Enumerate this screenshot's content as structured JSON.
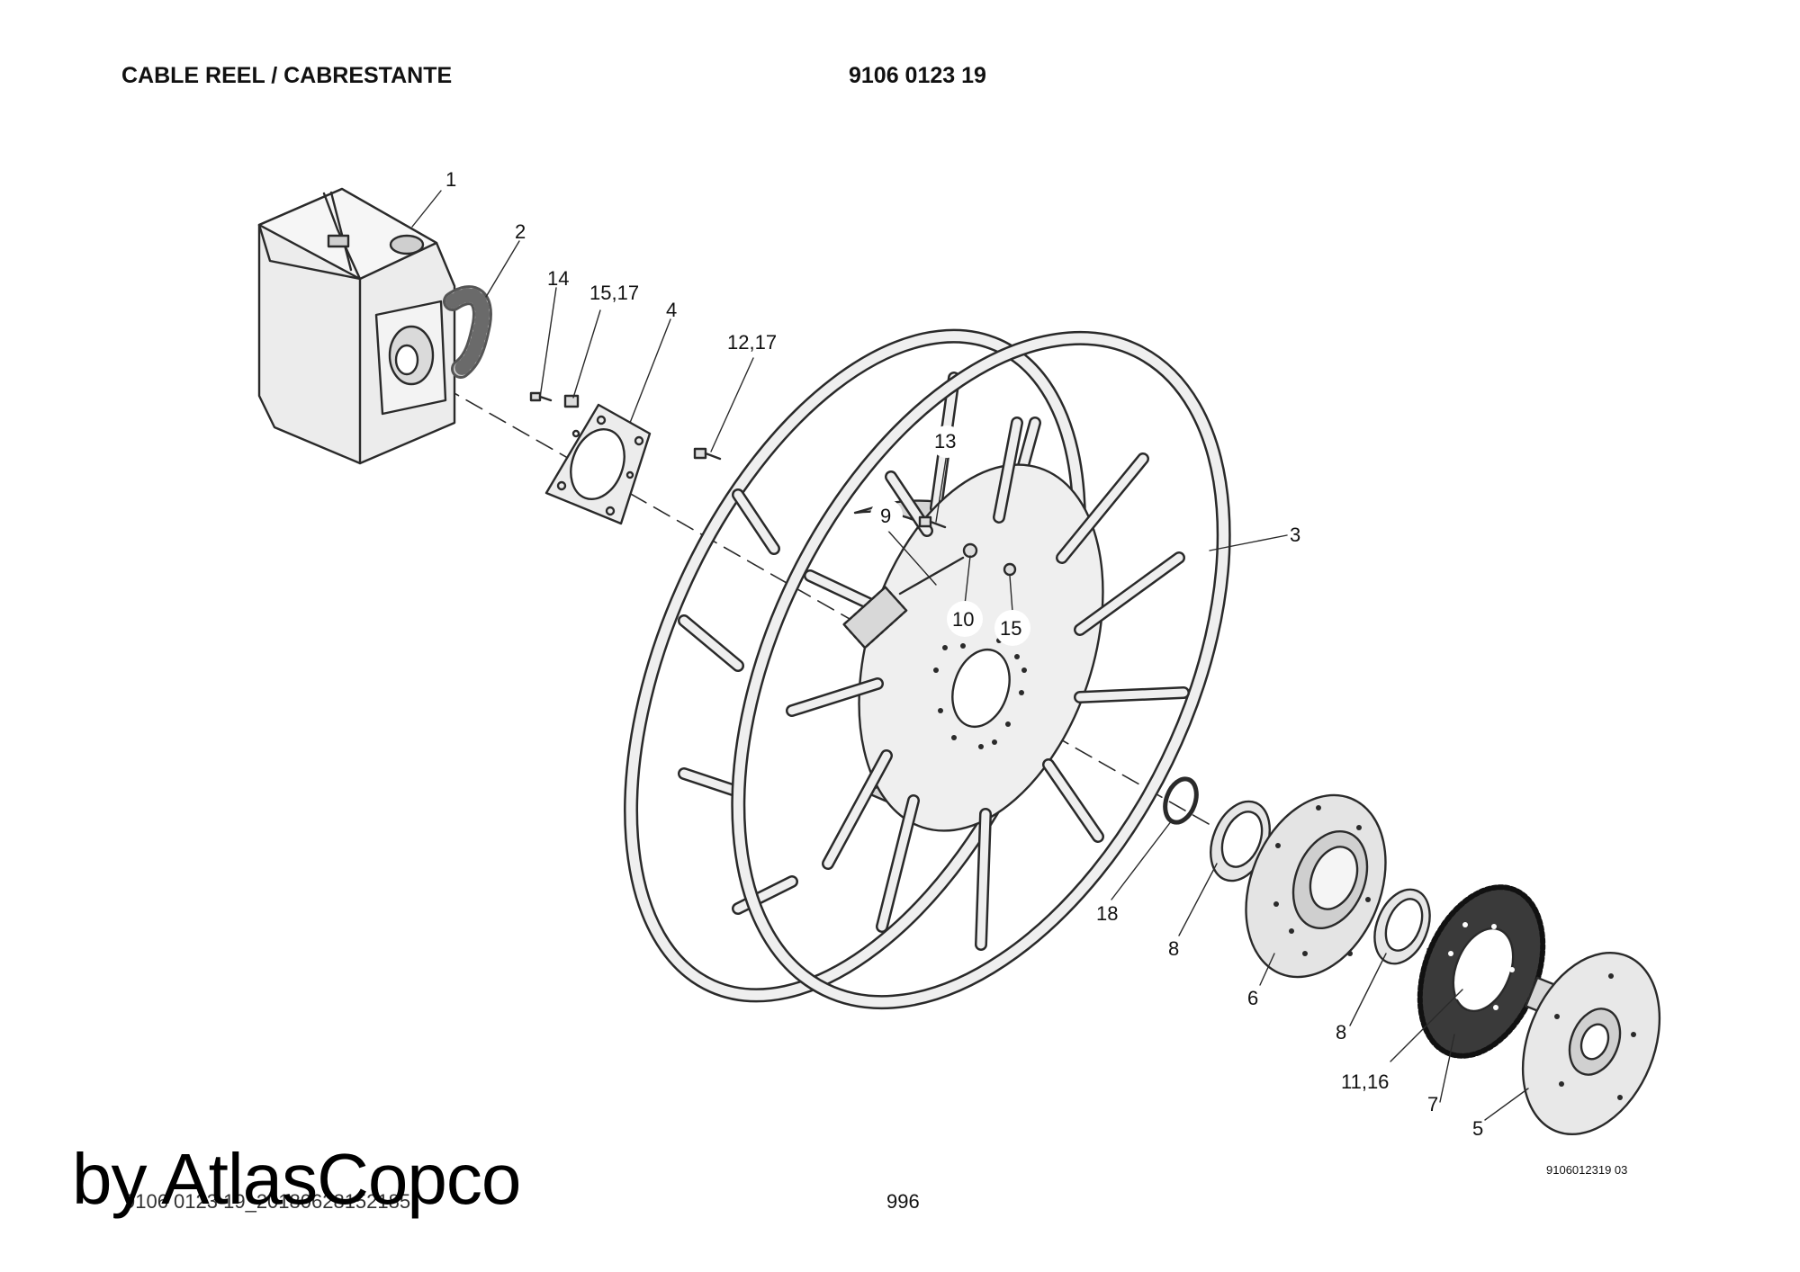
{
  "header": {
    "title": "CABLE REEL / CABRESTANTE",
    "part_number": "9106 0123 19"
  },
  "callouts": {
    "c1": "1",
    "c2": "2",
    "c3": "3",
    "c4": "4",
    "c5": "5",
    "c6": "6",
    "c7": "7",
    "c8a": "8",
    "c8b": "8",
    "c9": "9",
    "c10": "10",
    "c1116": "11,16",
    "c1217": "12,17",
    "c13": "13",
    "c14": "14",
    "c15": "15",
    "c1517": "15,17",
    "c18": "18"
  },
  "footer": {
    "drawing_code": "9106012319 03",
    "page_number": "996",
    "file_ref": "9106 0123 19_20180628152185",
    "watermark": "by AtlasCopco"
  },
  "colors": {
    "line": "#2a2a2a",
    "part_fill": "#ececec",
    "shadow_fill": "#cfcfcf",
    "sprocket_fill": "#3a3a3a"
  }
}
